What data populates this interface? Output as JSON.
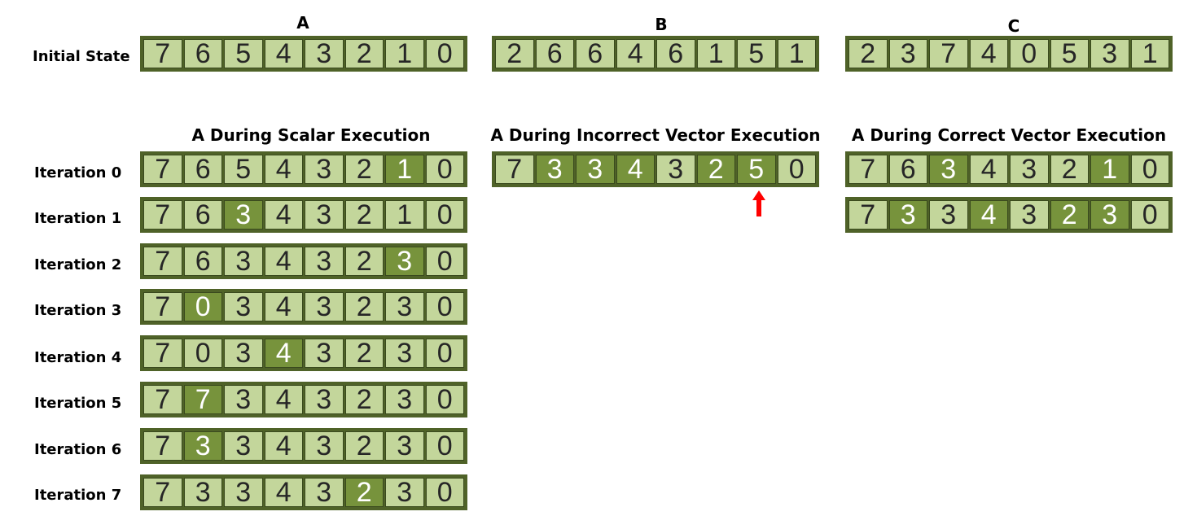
{
  "titles": {
    "a": "A",
    "b": "B",
    "c": "C",
    "scalar": "A During Scalar Execution",
    "incorrect": "A During Incorrect Vector Execution",
    "correct": "A During Correct Vector Execution"
  },
  "labels": {
    "initial": "Initial State",
    "iterations": [
      "Iteration 0",
      "Iteration 1",
      "Iteration 2",
      "Iteration 3",
      "Iteration 4",
      "Iteration 5",
      "Iteration 6",
      "Iteration 7"
    ]
  },
  "colors": {
    "cell_fill": "#c3d69b",
    "cell_highlight": "#77933c",
    "border": "#4f6228",
    "arrow": "#ff0000"
  },
  "arrays": {
    "a_initial": {
      "values": [
        "7",
        "6",
        "5",
        "4",
        "3",
        "2",
        "1",
        "0"
      ],
      "highlight": []
    },
    "b_initial": {
      "values": [
        "2",
        "6",
        "6",
        "4",
        "6",
        "1",
        "5",
        "1"
      ],
      "highlight": []
    },
    "c_initial": {
      "values": [
        "2",
        "3",
        "7",
        "4",
        "0",
        "5",
        "3",
        "1"
      ],
      "highlight": []
    },
    "scalar": [
      {
        "values": [
          "7",
          "6",
          "5",
          "4",
          "3",
          "2",
          "1",
          "0"
        ],
        "highlight": [
          6
        ]
      },
      {
        "values": [
          "7",
          "6",
          "3",
          "4",
          "3",
          "2",
          "1",
          "0"
        ],
        "highlight": [
          2
        ]
      },
      {
        "values": [
          "7",
          "6",
          "3",
          "4",
          "3",
          "2",
          "3",
          "0"
        ],
        "highlight": [
          6
        ]
      },
      {
        "values": [
          "7",
          "0",
          "3",
          "4",
          "3",
          "2",
          "3",
          "0"
        ],
        "highlight": [
          1
        ]
      },
      {
        "values": [
          "7",
          "0",
          "3",
          "4",
          "3",
          "2",
          "3",
          "0"
        ],
        "highlight": [
          3
        ]
      },
      {
        "values": [
          "7",
          "7",
          "3",
          "4",
          "3",
          "2",
          "3",
          "0"
        ],
        "highlight": [
          1
        ]
      },
      {
        "values": [
          "7",
          "3",
          "3",
          "4",
          "3",
          "2",
          "3",
          "0"
        ],
        "highlight": [
          1
        ]
      },
      {
        "values": [
          "7",
          "3",
          "3",
          "4",
          "3",
          "2",
          "3",
          "0"
        ],
        "highlight": [
          5
        ]
      }
    ],
    "incorrect": {
      "values": [
        "7",
        "3",
        "3",
        "4",
        "3",
        "2",
        "5",
        "0"
      ],
      "highlight": [
        1,
        2,
        3,
        5,
        6
      ],
      "arrow_index": 6
    },
    "correct": [
      {
        "values": [
          "7",
          "6",
          "3",
          "4",
          "3",
          "2",
          "1",
          "0"
        ],
        "highlight": [
          2,
          6
        ]
      },
      {
        "values": [
          "7",
          "3",
          "3",
          "4",
          "3",
          "2",
          "3",
          "0"
        ],
        "highlight": [
          1,
          3,
          5,
          6
        ]
      }
    ]
  }
}
